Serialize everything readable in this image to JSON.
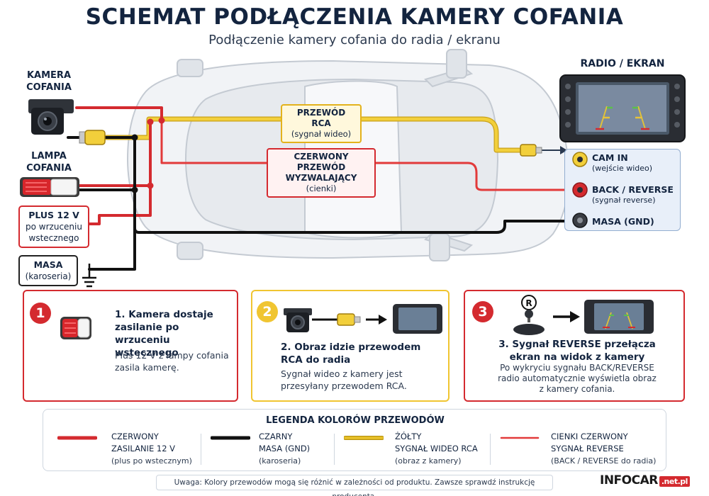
{
  "header": {
    "title": "SCHEMAT PODŁĄCZENIA KAMERY COFANIA",
    "subtitle": "Podłączenie kamery cofania do radia / ekranu"
  },
  "components": {
    "camera_label_1": "KAMERA",
    "camera_label_2": "COFANIA",
    "lamp_label_1": "LAMPA",
    "lamp_label_2": "COFANIA",
    "plus_title": "PLUS 12 V",
    "plus_sub_1": "po wrzuceniu",
    "plus_sub_2": "wstecznego",
    "ground_title": "MASA",
    "ground_sub": "(karoseria)",
    "radio_label": "RADIO / EKRAN"
  },
  "wire_tags": {
    "rca_title": "PRZEWÓD RCA",
    "rca_sub": "(sygnał wideo)",
    "red_title": "CZERWONY PRZEWÓD",
    "red_title_2": "WYZWALAJĄCY",
    "red_sub": "(cienki)"
  },
  "ports": [
    {
      "name": "CAM IN",
      "sub": "(wejście wideo)"
    },
    {
      "name": "BACK / REVERSE",
      "sub": "(sygnał reverse)"
    },
    {
      "name": "MASA (GND)",
      "sub": ""
    }
  ],
  "steps": [
    {
      "num": "1",
      "title_1": "1. Kamera dostaje",
      "title_2": "zasilanie po wrzuceniu",
      "title_3": "wstecznego",
      "desc_1": "Plus 12 V z lampy cofania",
      "desc_2": "zasila kamerę."
    },
    {
      "num": "2",
      "title_1": "2. Obraz idzie przewodem",
      "title_2": "RCA do radia",
      "desc_1": "Sygnał wideo z kamery jest",
      "desc_2": "przesyłany przewodem RCA."
    },
    {
      "num": "3",
      "badge": "R",
      "title_1": "3. Sygnał REVERSE przełącza",
      "title_2": "ekran na widok z kamery",
      "desc_1": "Po wykryciu sygnału BACK/REVERSE",
      "desc_2": "radio automatycznie wyświetla obraz",
      "desc_3": "z kamery cofania."
    }
  ],
  "legend": {
    "title": "LEGENDA KOLORÓW PRZEWODÓW",
    "items": [
      {
        "line_1": "CZERWONY",
        "line_2": "ZASILANIE 12 V",
        "sub": "(plus po wstecznym)",
        "color": "#d42a2f"
      },
      {
        "line_1": "CZARNY",
        "line_2": "MASA (GND)",
        "sub": "(karoseria)",
        "color": "#111111"
      },
      {
        "line_1": "ŻÓŁTY",
        "line_2": "SYGNAŁ WIDEO RCA",
        "sub": "(obraz z kamery)",
        "color": "#e9c22a"
      },
      {
        "line_1": "CIENKI CZERWONY",
        "line_2": "SYGNAŁ REVERSE",
        "sub": "(BACK / REVERSE do radia)",
        "color": "#e23a3a"
      }
    ]
  },
  "footer": {
    "note": "Uwaga: Kolory przewodów mogą się różnić w zależności od produktu. Zawsze sprawdź instrukcję producenta.",
    "brand_main": "INFOCAR",
    "brand_tld": ".net.pl"
  },
  "colors": {
    "red_wire": "#d42a2f",
    "black_wire": "#111111",
    "yellow_wire": "#e9c22a",
    "title": "#13243f",
    "step2_accent": "#f0c531"
  },
  "icons": [
    "camera-icon",
    "tail-lamp-icon",
    "ground-symbol-icon",
    "rca-plug-icon",
    "radio-screen-icon",
    "gear-lever-icon",
    "arrow-right-icon"
  ]
}
